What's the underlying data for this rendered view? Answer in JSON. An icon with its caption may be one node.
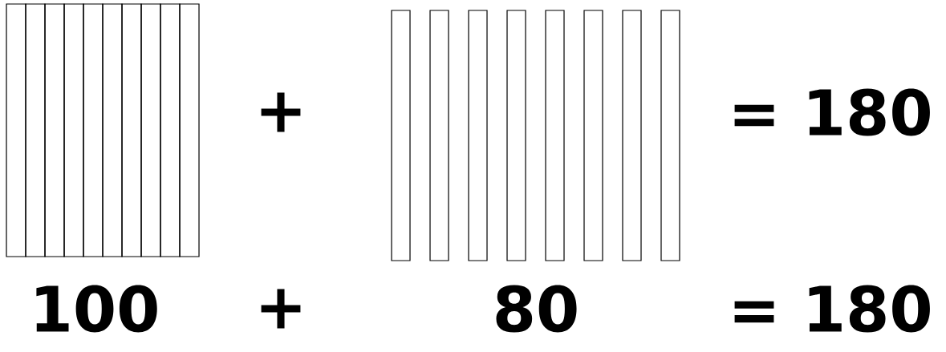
{
  "diagram": {
    "labels": [
      "+",
      "= 180",
      "100",
      "+",
      "80",
      "= 180"
    ]
  }
}
